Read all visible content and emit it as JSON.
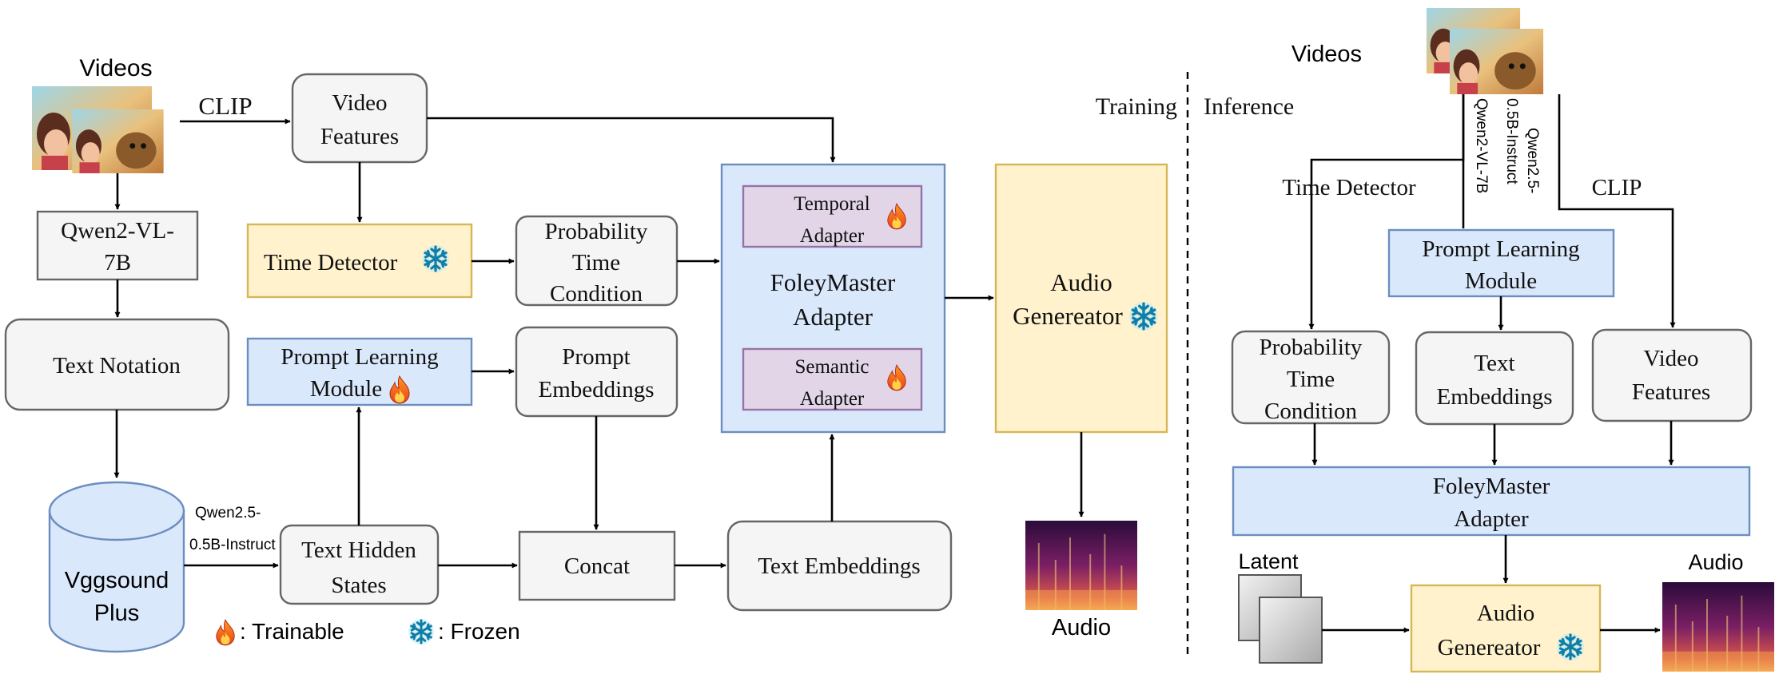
{
  "training": {
    "videos_label": "Videos",
    "clip_label": "CLIP",
    "video_features": [
      "Video",
      "Features"
    ],
    "qwen2_vl": [
      "Qwen2-VL-",
      "7B"
    ],
    "text_notation": "Text Notation",
    "vggsound": [
      "Vggsound",
      "Plus"
    ],
    "qwen25_label": [
      "Qwen2.5-",
      "0.5B-Instruct"
    ],
    "text_hidden_states": [
      "Text Hidden",
      "States"
    ],
    "time_detector": "Time Detector",
    "probability_time_condition": [
      "Probability",
      "Time",
      "Condition"
    ],
    "prompt_learning_module": [
      "Prompt Learning",
      "Module"
    ],
    "prompt_embeddings": [
      "Prompt",
      "Embeddings"
    ],
    "concat": "Concat",
    "text_embeddings": "Text Embeddings",
    "temporal_adapter": [
      "Temporal",
      "Adapter"
    ],
    "foleymaster_adapter": [
      "FoleyMaster",
      "Adapter"
    ],
    "semantic_adapter": [
      "Semantic",
      "Adapter"
    ],
    "audio_generator": [
      "Audio",
      "Genereator"
    ],
    "audio_label": "Audio"
  },
  "legend": {
    "trainable": ":  Trainable",
    "frozen": ":  Frozen"
  },
  "divider": {
    "training": "Training",
    "inference": "Inference"
  },
  "inference": {
    "videos_label": "Videos",
    "time_detector_label": "Time Detector",
    "qwen_vl_label": "Qwen2-VL-7B",
    "qwen_instruct_label": [
      "Qwen2.5-",
      "0.5B-Instruct"
    ],
    "clip_label": "CLIP",
    "prompt_learning_module": [
      "Prompt Learning",
      "Module"
    ],
    "probability_time_condition": [
      "Probability",
      "Time",
      "Condition"
    ],
    "text_embeddings": [
      "Text",
      "Embeddings"
    ],
    "video_features": [
      "Video",
      "Features"
    ],
    "foleymaster_adapter": [
      "FoleyMaster",
      "Adapter"
    ],
    "latent_label": "Latent",
    "audio_generator": [
      "Audio",
      "Genereator"
    ],
    "audio_label": "Audio"
  },
  "icons": {
    "trainable": "flame-icon",
    "frozen": "snowflake-icon"
  },
  "colors": {
    "gray_fill": "#f5f5f5",
    "yellow_fill": "#fff2cc",
    "blue_fill": "#dae8fc",
    "purple_fill": "#e1d5e7",
    "vggsound_fill": "#dae8fc"
  }
}
